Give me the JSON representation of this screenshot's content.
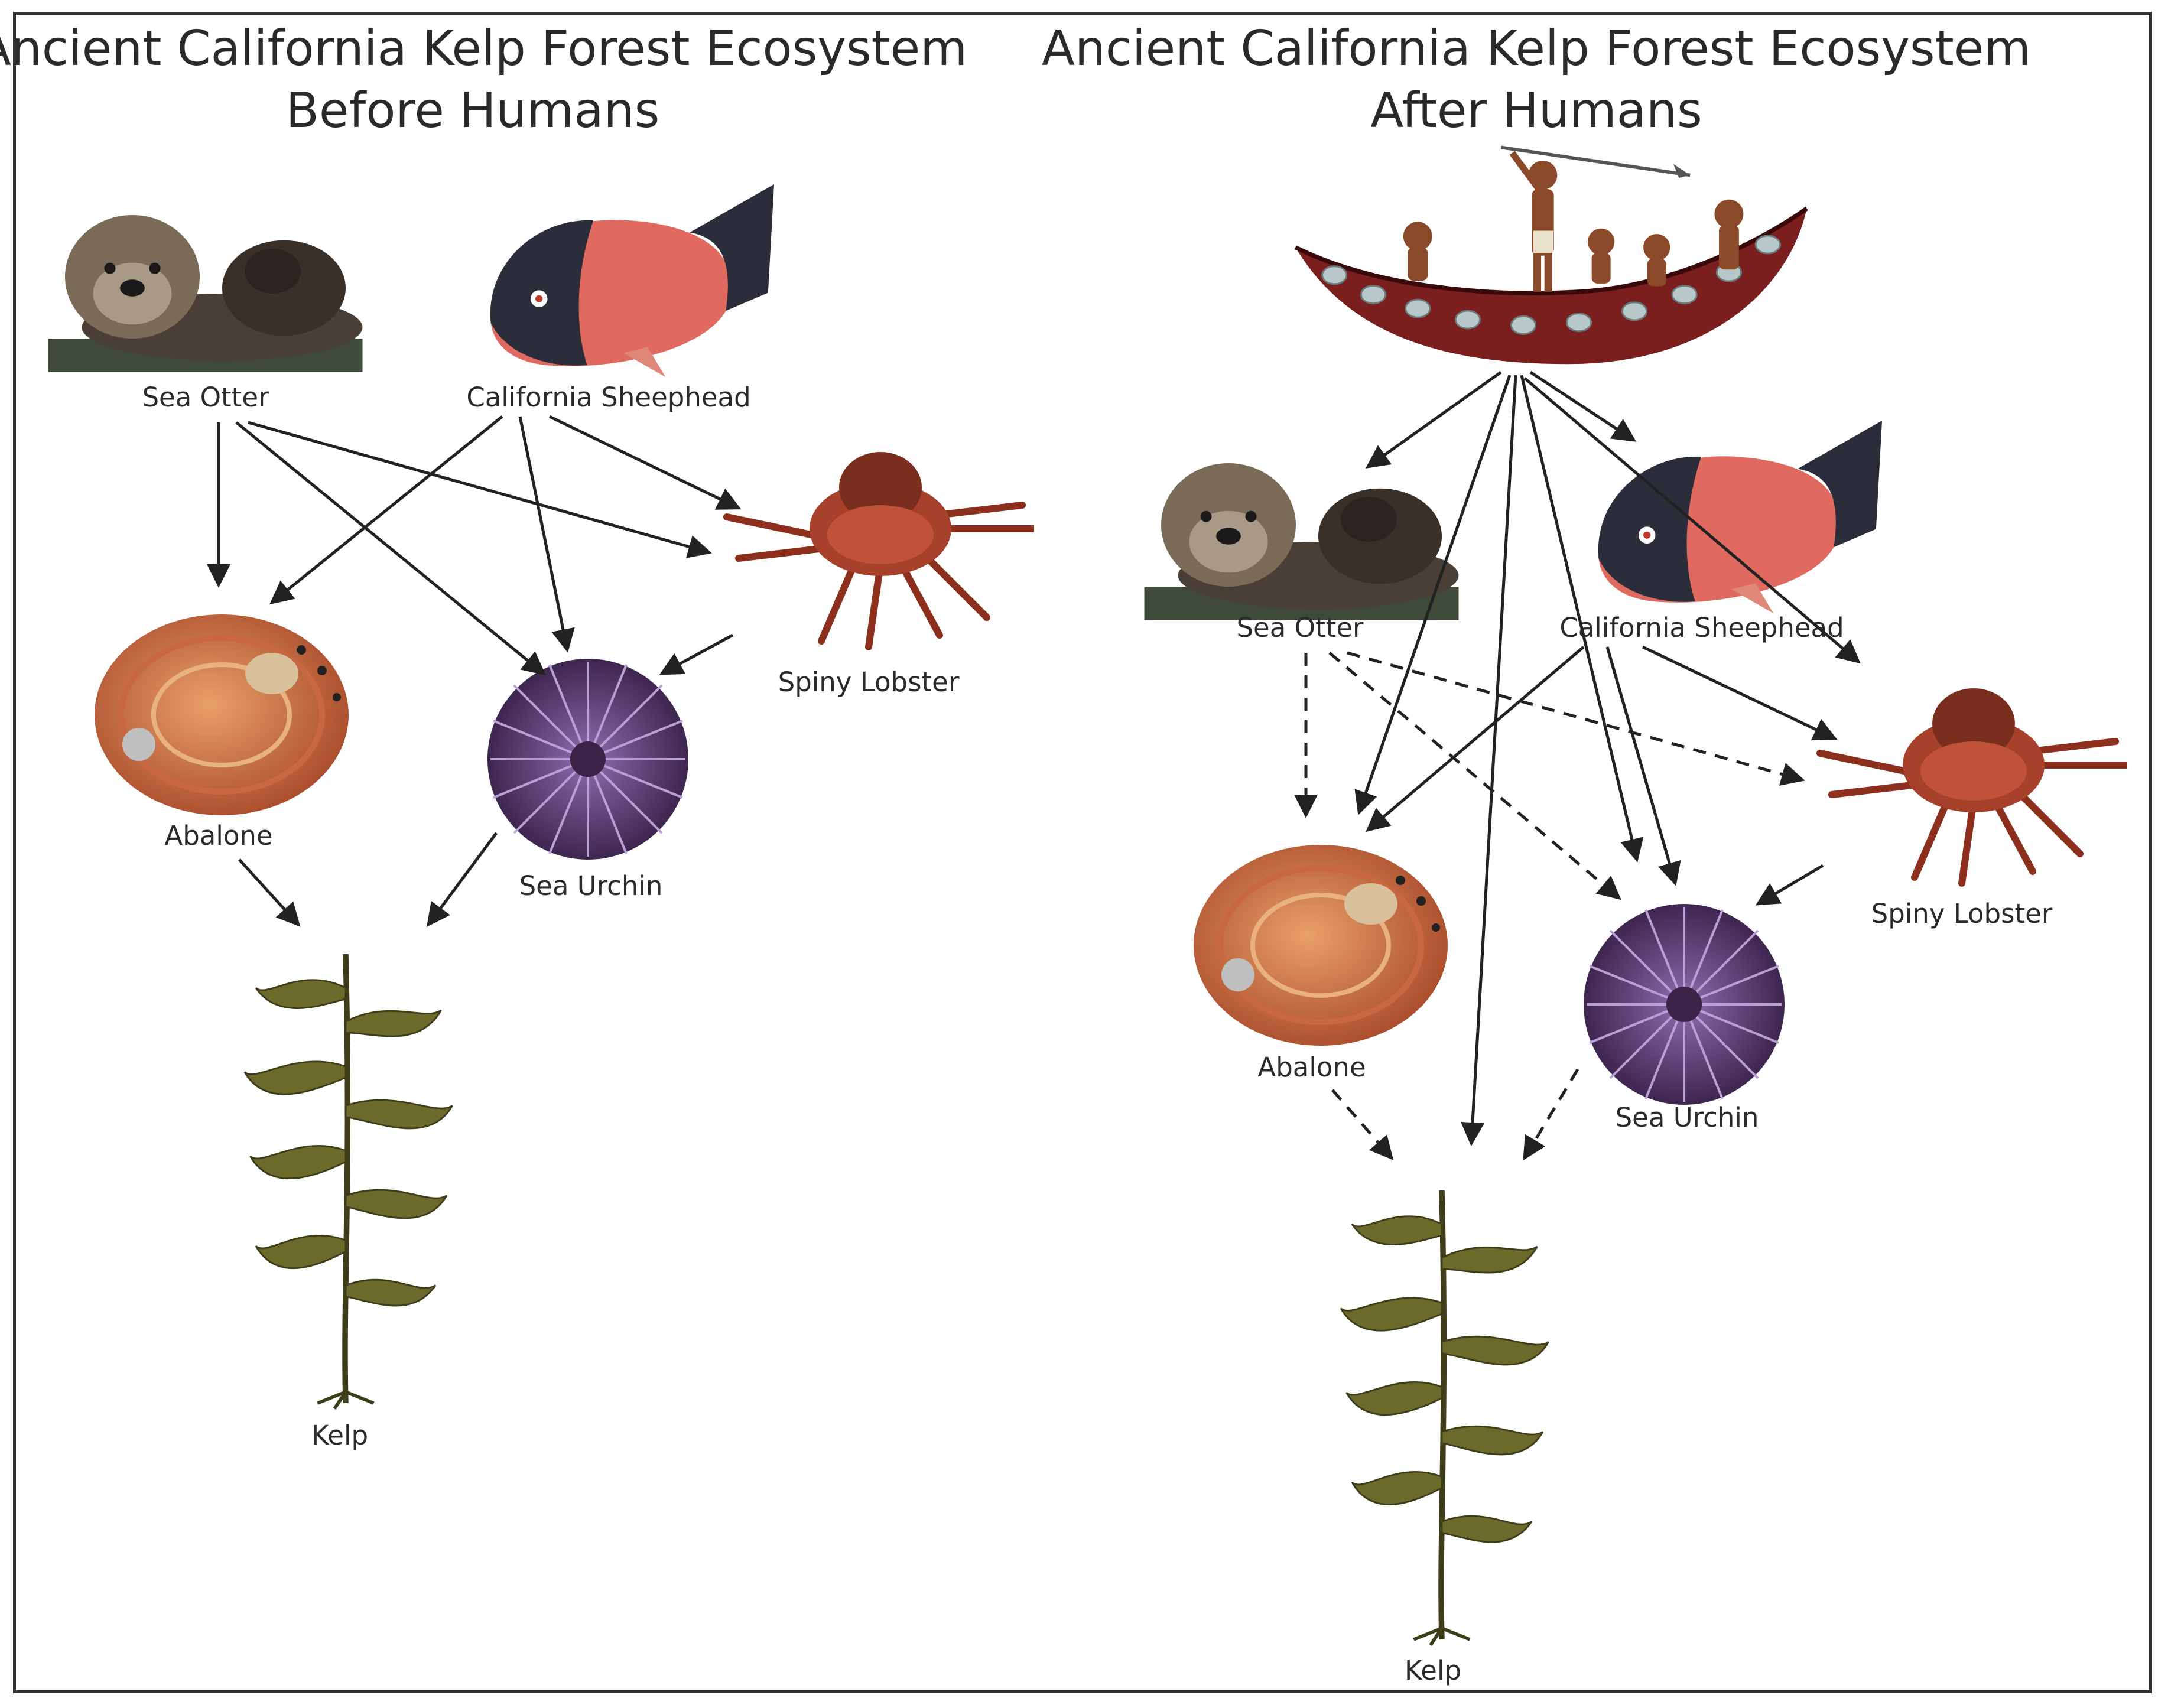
{
  "panels": {
    "before": {
      "title_line1": "Ancient California Kelp Forest Ecosystem",
      "title_line2": "Before Humans",
      "labels": {
        "sea_otter": "Sea Otter",
        "sheephead": "California Sheephead",
        "spiny_lobster": "Spiny Lobster",
        "abalone": "Abalone",
        "sea_urchin": "Sea Urchin",
        "kelp": "Kelp"
      }
    },
    "after": {
      "title_line1": "Ancient California Kelp Forest Ecosystem",
      "title_line2": "After Humans",
      "labels": {
        "sea_otter": "Sea Otter",
        "sheephead": "California Sheephead",
        "spiny_lobster": "Spiny Lobster",
        "abalone": "Abalone",
        "sea_urchin": "Sea Urchin",
        "kelp": "Kelp"
      }
    }
  },
  "icons": {
    "sea_otter": "sea-otter-icon",
    "sheephead": "sheephead-fish-icon",
    "spiny_lobster": "spiny-lobster-icon",
    "abalone": "abalone-shell-icon",
    "sea_urchin": "sea-urchin-icon",
    "kelp": "kelp-icon",
    "canoe": "canoe-with-hunters-icon"
  },
  "colors": {
    "otter": "#5a4c40",
    "sheephead_body": "#e06a60",
    "sheephead_head": "#2c2d3a",
    "lobster": "#a8412c",
    "abalone": "#d47a4a",
    "urchin": "#6e4a8c",
    "kelp": "#6b6a2a",
    "canoe": "#7a1e1e"
  }
}
